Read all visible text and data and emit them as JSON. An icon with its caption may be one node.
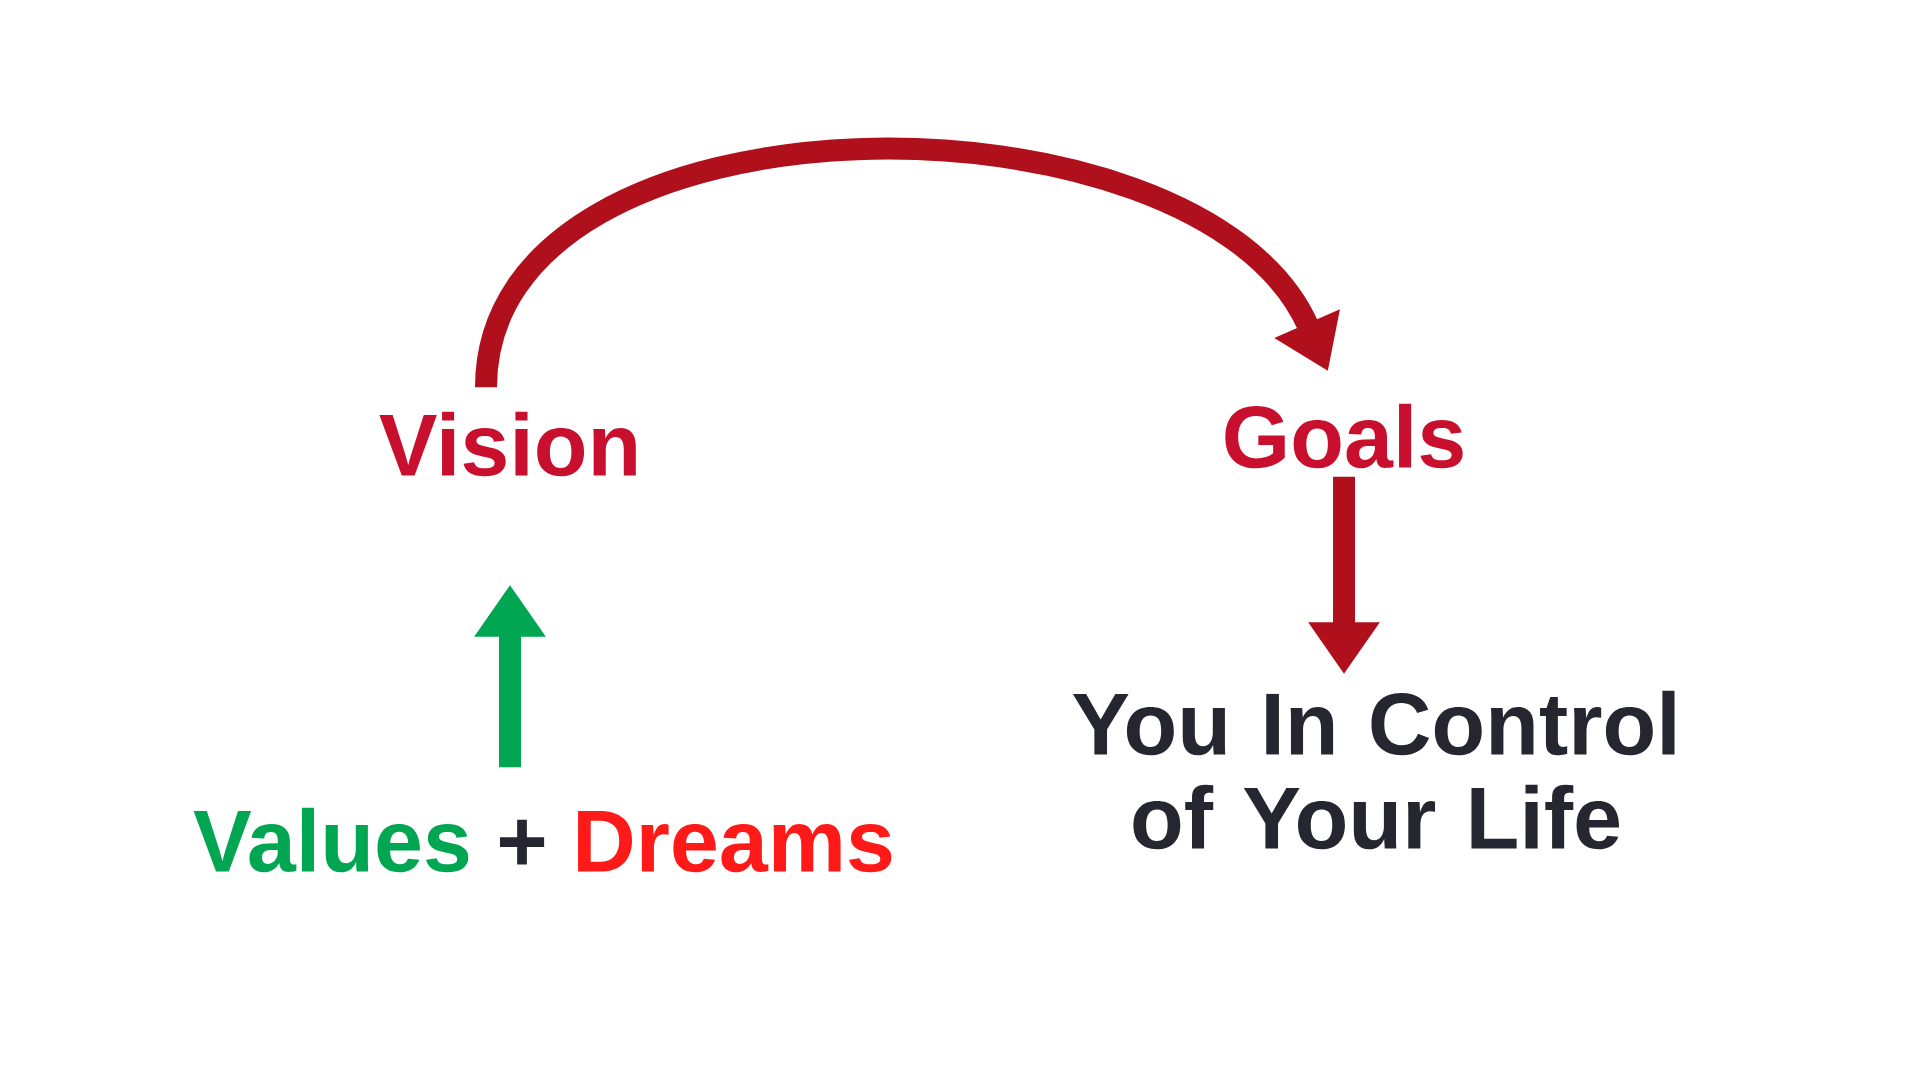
{
  "diagram": {
    "nodes": [
      {
        "text": [
          "Vision"
        ]
      },
      {
        "text": [
          "Goals"
        ]
      },
      {
        "text": [
          "Values",
          "+",
          "Dreams"
        ]
      },
      {
        "text": [
          "You In Control of Your Life"
        ]
      }
    ],
    "edges": [
      {
        "from": 2,
        "to": 0,
        "arrow": "to",
        "color": "#00a651"
      },
      {
        "from": 0,
        "to": 1,
        "arrow": "to",
        "color": "#b0101c"
      },
      {
        "from": 1,
        "to": 3,
        "arrow": "to",
        "color": "#b0101c"
      }
    ]
  }
}
